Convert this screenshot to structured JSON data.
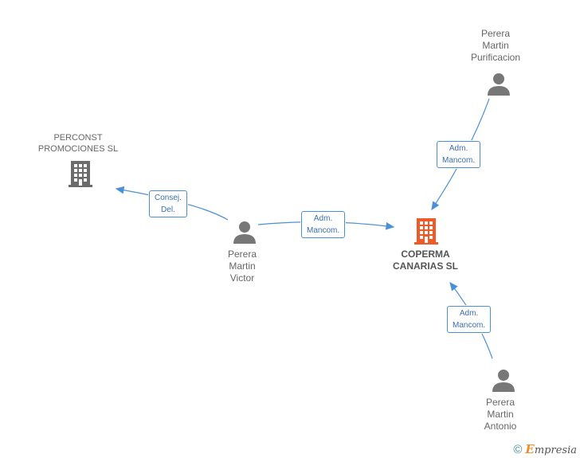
{
  "nodes": {
    "perconst": {
      "lines": [
        "PERCONST",
        "PROMOCIONES SL"
      ],
      "type": "company"
    },
    "coperma": {
      "lines": [
        "COPERMA",
        "CANARIAS SL"
      ],
      "type": "company-main",
      "color": "#f05a28"
    },
    "victor": {
      "lines": [
        "Perera",
        "Martin",
        "Victor"
      ],
      "type": "person"
    },
    "purificacion": {
      "lines": [
        "Perera",
        "Martin",
        "Purificacion"
      ],
      "type": "person"
    },
    "antonio": {
      "lines": [
        "Perera",
        "Martin",
        "Antonio"
      ],
      "type": "person"
    }
  },
  "edges": {
    "victor_perconst": {
      "lines": [
        "Consej.",
        "Del."
      ]
    },
    "victor_coperma": {
      "lines": [
        "Adm.",
        "Mancom."
      ]
    },
    "purificacion_coperma": {
      "lines": [
        "Adm.",
        "Mancom."
      ]
    },
    "antonio_coperma": {
      "lines": [
        "Adm.",
        "Mancom."
      ]
    }
  },
  "colors": {
    "edge": "#4a90d9",
    "person_icon": "#777777",
    "company_icon": "#6b6b6b",
    "main_company": "#f05a28"
  },
  "footer": {
    "copyright": "©",
    "brand_initial": "E",
    "brand_rest": "mpresia"
  }
}
